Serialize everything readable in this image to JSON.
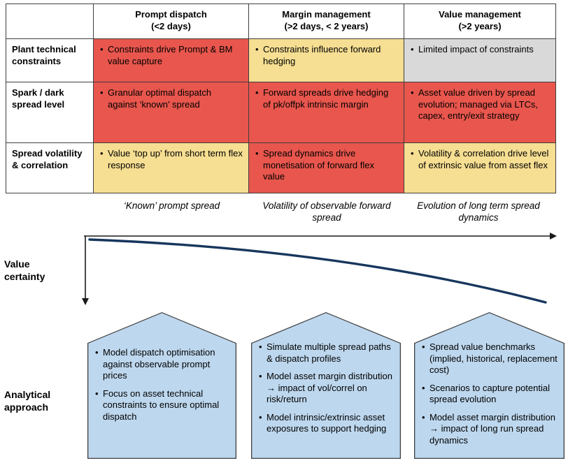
{
  "colors": {
    "red": "#e8564d",
    "yellow": "#f6de92",
    "gray": "#d9d9d9",
    "blue": "#bdd7ee",
    "curve": "#17365d",
    "border": "#3f3f3f"
  },
  "table": {
    "columns": [
      {
        "title": "Prompt dispatch",
        "subtitle": "(<2 days)"
      },
      {
        "title": "Margin management",
        "subtitle": "(>2 days, < 2 years)"
      },
      {
        "title": "Value management",
        "subtitle": "(>2 years)"
      }
    ],
    "rows": [
      {
        "label": "Plant technical constraints",
        "cells": [
          {
            "text": "Constraints drive Prompt & BM value capture",
            "color": "red"
          },
          {
            "text": "Constraints influence forward hedging",
            "color": "yellow"
          },
          {
            "text": "Limited impact of constraints",
            "color": "gray"
          }
        ]
      },
      {
        "label": "Spark / dark spread level",
        "cells": [
          {
            "text": "Granular optimal dispatch against ‘known’ spread",
            "color": "red"
          },
          {
            "text": "Forward spreads drive hedging of pk/offpk intrinsic margin",
            "color": "red"
          },
          {
            "text": "Asset value driven by spread evolution; managed via LTCs, capex, entry/exit strategy",
            "color": "red"
          }
        ]
      },
      {
        "label": "Spread volatility & correlation",
        "cells": [
          {
            "text": "Value ‘top up’ from short term flex response",
            "color": "yellow"
          },
          {
            "text": "Spread dynamics drive monetisation of forward flex value",
            "color": "red"
          },
          {
            "text": "Volatility & correlation drive level of extrinsic value from asset flex",
            "color": "yellow"
          }
        ]
      }
    ]
  },
  "axis": {
    "labels": [
      "‘Known’ prompt spread",
      "Volatility of observable forward spread",
      "Evolution of long term spread dynamics"
    ],
    "y_label": "Value certainty"
  },
  "analytical": {
    "label": "Analytical approach",
    "boxes": [
      {
        "bullets": [
          "Model dispatch optimisation against observable prompt prices",
          "Focus on asset technical constraints to ensure optimal dispatch"
        ]
      },
      {
        "bullets": [
          "Simulate multiple spread paths & dispatch profiles",
          "Model asset margin distribution  → impact of vol/correl on risk/return",
          "Model intrinsic/extrinsic asset exposures to support hedging"
        ]
      },
      {
        "bullets": [
          "Spread value benchmarks (implied, historical, replacement cost)",
          "Scenarios to capture potential spread evolution",
          "Model asset margin distribution → impact of long run spread dynamics"
        ]
      }
    ]
  }
}
